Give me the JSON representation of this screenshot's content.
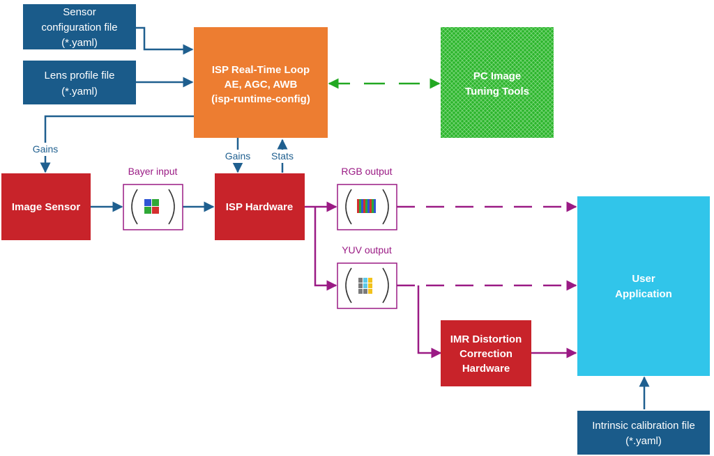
{
  "colors": {
    "file_blue": "#1a5b8a",
    "red": "#c8232a",
    "orange": "#ed7d31",
    "green": "#2cb52c",
    "cyan": "#31c5ea",
    "purple": "#9a1a84",
    "connector_blue": "#1f5f8f",
    "dashed_green": "#22a822"
  },
  "boxes": {
    "sensor_config": {
      "lines": [
        "Sensor",
        "configuration file",
        "(*.yaml)"
      ]
    },
    "lens_profile": {
      "lines": [
        "Lens profile file",
        "(*.yaml)"
      ]
    },
    "isp_loop": {
      "lines": [
        "ISP Real-Time Loop",
        "AE, AGC, AWB",
        "(isp-runtime-config)"
      ]
    },
    "pc_tools": {
      "lines": [
        "PC Image",
        "Tuning Tools"
      ]
    },
    "image_sensor": {
      "lines": [
        "Image Sensor"
      ]
    },
    "isp_hardware": {
      "lines": [
        "ISP Hardware"
      ]
    },
    "imr": {
      "lines": [
        "IMR Distortion",
        "Correction",
        "Hardware"
      ]
    },
    "user_app": {
      "lines": [
        "User",
        "Application"
      ]
    },
    "intrinsic": {
      "lines": [
        "Intrinsic calibration file",
        "(*.yaml)"
      ]
    }
  },
  "labels": {
    "gains_left": "Gains",
    "gains_mid": "Gains",
    "stats": "Stats",
    "bayer_input": "Bayer input",
    "rgb_output": "RGB output",
    "yuv_output": "YUV output"
  },
  "icons": {
    "bayer": "bayer-pattern-icon",
    "rgb": "rgb-stripes-icon",
    "yuv": "yuv-planes-icon"
  }
}
